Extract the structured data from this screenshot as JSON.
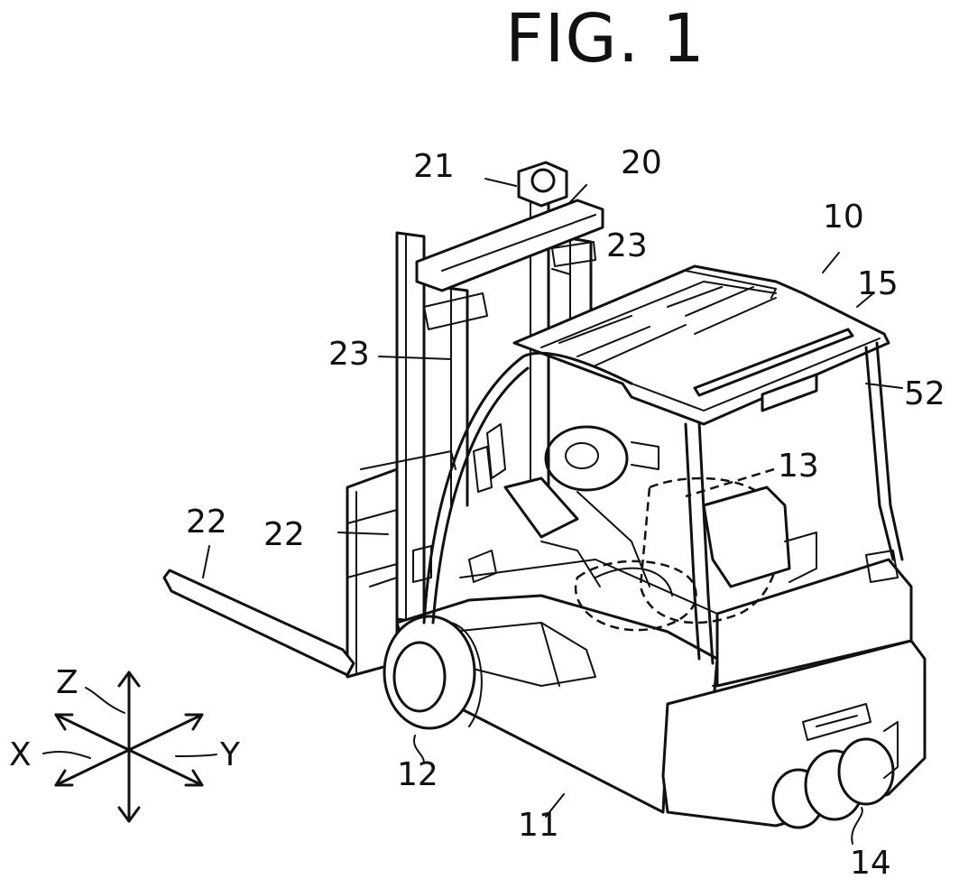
{
  "figure": {
    "title": "FIG. 1"
  },
  "labels": {
    "forklift": "10",
    "body": "11",
    "front_wheel": "12",
    "seat": "13",
    "rear_wheels": "14",
    "head_guard": "15",
    "mast": "20",
    "lift_bracket": "21",
    "fork_left": "22",
    "fork_right": "22",
    "mast_post_left": "23",
    "mast_post_right": "23",
    "display": "52"
  },
  "axes": {
    "z": "Z",
    "x": "X",
    "y": "Y"
  }
}
